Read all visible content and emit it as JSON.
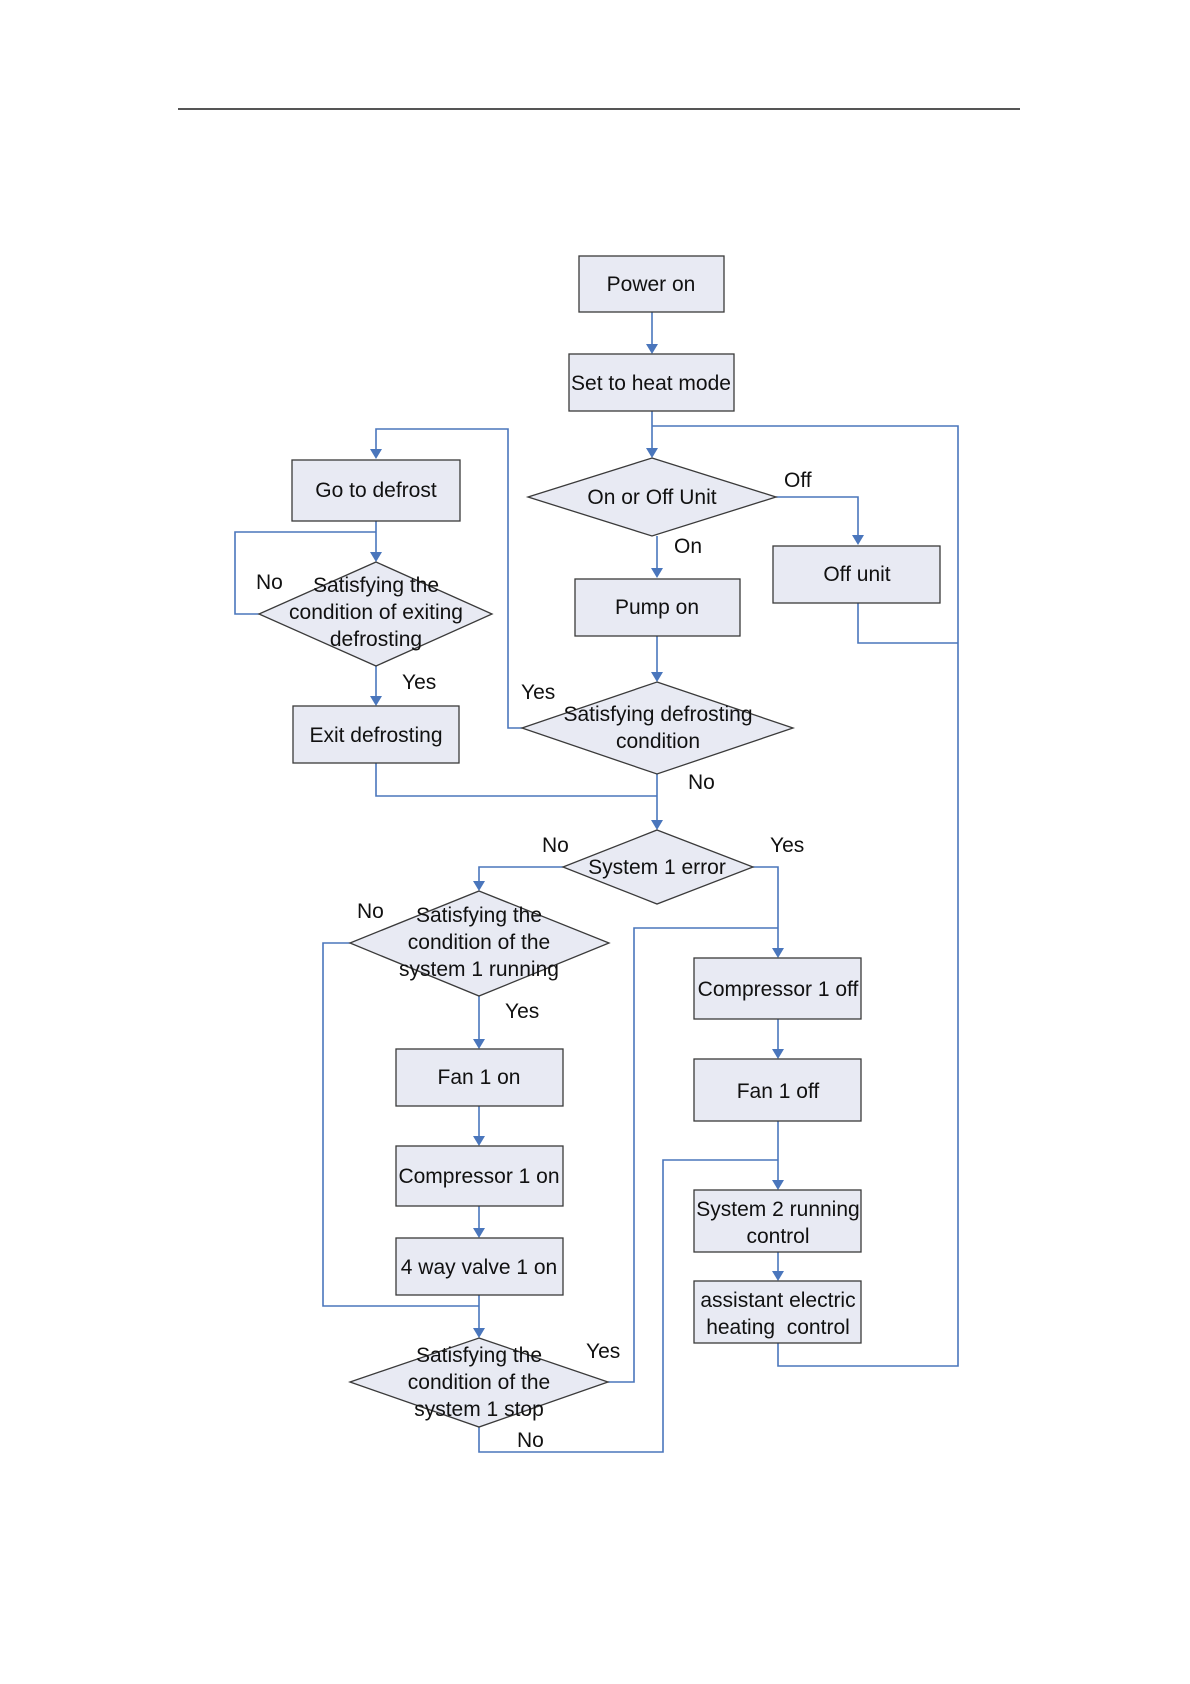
{
  "flowchart": {
    "power_on": "Power on",
    "set_heat_mode": "Set to heat mode",
    "on_off_unit": "On or Off Unit",
    "off_label": "Off",
    "on_label": "On",
    "off_unit": "Off unit",
    "pump_on": "Pump on",
    "go_to_defrost": "Go to defrost",
    "exit_defrost_check": [
      "Satisfying the",
      "condition of exiting",
      "defrosting"
    ],
    "exit_no_label": "No",
    "exit_yes_label": "Yes",
    "exit_defrosting": "Exit defrosting",
    "defrost_check": [
      "Satisfying defrosting",
      "condition"
    ],
    "defrost_yes_label": "Yes",
    "defrost_no_label": "No",
    "system1_error": "System 1 error",
    "error_no_label": "No",
    "error_yes_label": "Yes",
    "system1_running_check": [
      "Satisfying the",
      "condition of the",
      "system 1 running"
    ],
    "running_no_label": "No",
    "running_yes_label": "Yes",
    "fan1_on": "Fan 1 on",
    "compressor1_on": "Compressor 1 on",
    "way_valve1_on": "4 way valve 1 on",
    "system1_stop_check": [
      "Satisfying the",
      "condition of the",
      "system 1 stop"
    ],
    "stop_yes_label": "Yes",
    "stop_no_label": "No",
    "compressor1_off": "Compressor 1 off",
    "fan1_off": "Fan 1 off",
    "system2_control": [
      "System 2 running",
      "control"
    ],
    "assist_heating": [
      "assistant electric",
      "heating  control"
    ]
  }
}
